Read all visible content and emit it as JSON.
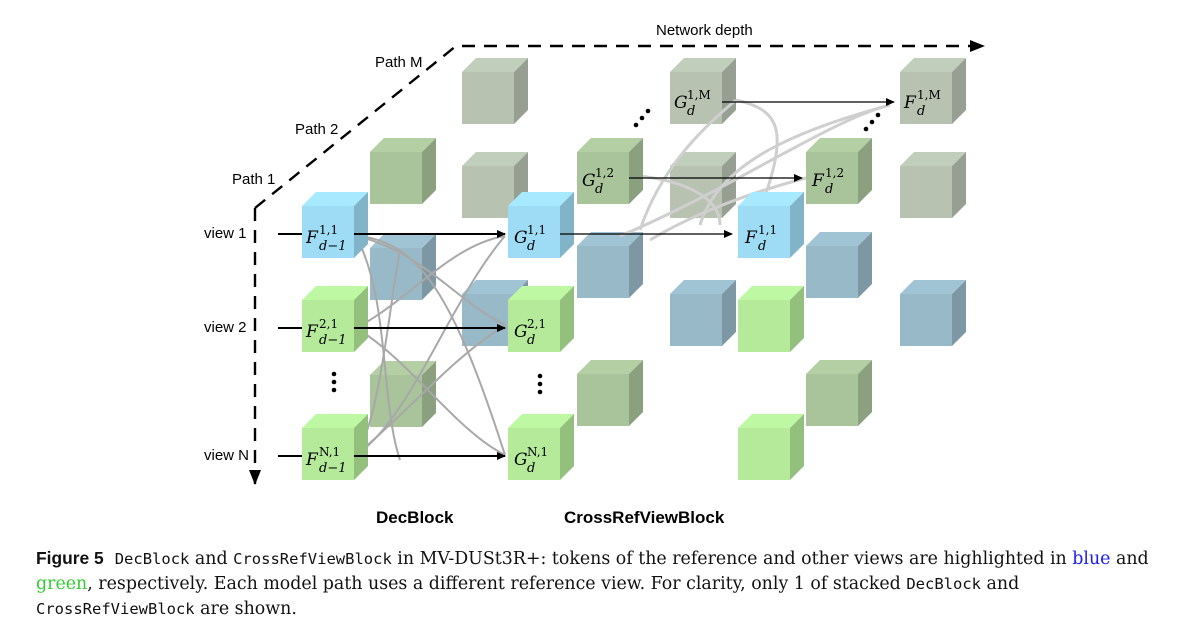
{
  "diagram": {
    "axis_labels": {
      "network_depth": "Network depth",
      "path_m": "Path M",
      "path_2": "Path 2",
      "path_1": "Path 1"
    },
    "view_labels": {
      "view_1": "view 1",
      "view_2": "view 2",
      "view_n": "view N"
    },
    "block_labels": {
      "dec": "DecBlock",
      "cross": "CrossRefViewBlock"
    },
    "tokens": {
      "f_d1_11": {
        "base": "F",
        "sup": "1,1",
        "sub": "d−1"
      },
      "f_d1_21": {
        "base": "F",
        "sup": "2,1",
        "sub": "d−1"
      },
      "f_d1_n1": {
        "base": "F",
        "sup": "N,1",
        "sub": "d−1"
      },
      "g_11": {
        "base": "G",
        "sup": "1,1",
        "sub": "d"
      },
      "g_21": {
        "base": "G",
        "sup": "2,1",
        "sub": "d"
      },
      "g_n1": {
        "base": "G",
        "sup": "N,1",
        "sub": "d"
      },
      "g_12": {
        "base": "G",
        "sup": "1,2",
        "sub": "d"
      },
      "g_1m": {
        "base": "G",
        "sup": "1,M",
        "sub": "d"
      },
      "f_11": {
        "base": "F",
        "sup": "1,1",
        "sub": "d"
      },
      "f_12": {
        "base": "F",
        "sup": "1,2",
        "sub": "d"
      },
      "f_1m": {
        "base": "F",
        "sup": "1,M",
        "sub": "d"
      }
    },
    "colors": {
      "reference_view": "#9edcf5",
      "other_view": "#b4ea9a",
      "faded_blue": "#98b9c8",
      "faded_green": "#a9c39a",
      "faded_gray": "#b7c2b1"
    }
  },
  "caption": {
    "figure_label": "Figure 5",
    "dec_block": "DecBlock",
    "and_1": " and ",
    "cross_block": "CrossRefViewBlock",
    "text_1": " in MV-DUSt3R+: tokens of the reference and other views are highlighted in ",
    "blue_word": "blue",
    "and_2": " and ",
    "green_word": "green",
    "text_2": ", respectively. Each model path uses a different reference view. For clarity, only 1 of stacked ",
    "dec_block_2": "DecBlock",
    "and_3": " and ",
    "cross_block_2": "CrossRefViewBlock",
    "text_3": " are shown."
  }
}
